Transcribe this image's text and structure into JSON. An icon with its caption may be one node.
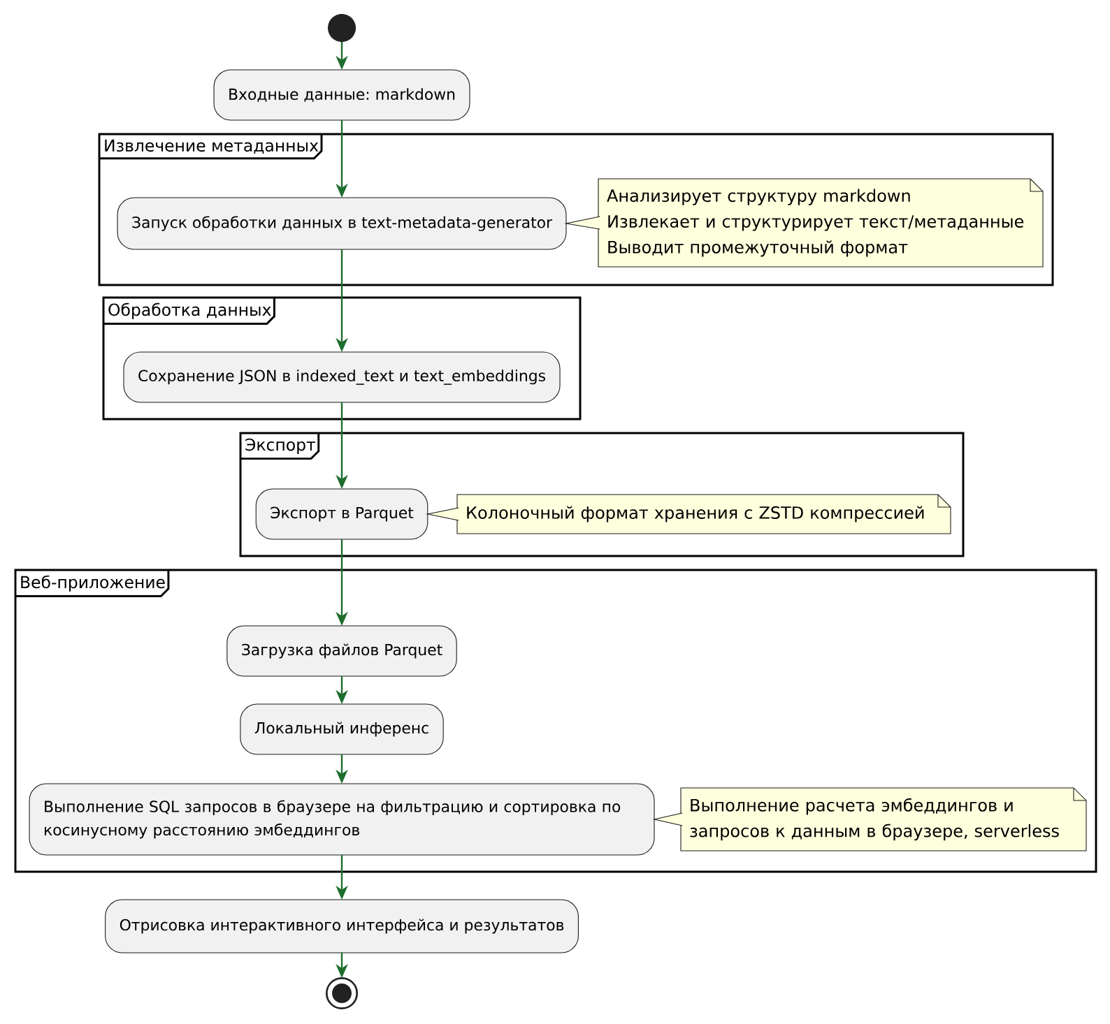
{
  "diagram": {
    "nodes": [
      {
        "text": [],
        "shape": "circle"
      },
      {
        "text": [
          "Входные данные: markdown"
        ]
      },
      {
        "text": [
          "Извлечение метаданных"
        ]
      },
      {
        "text": [
          "Запуск обработки данных в text-metadata-generator"
        ],
        "in": 2
      },
      {
        "text": [
          "Анализирует структуру markdown",
          "Извлекает и структурирует текст/метаданные",
          "Выводит промежуточный формат"
        ],
        "in": 2
      },
      {
        "text": [
          "Обработка данных"
        ]
      },
      {
        "text": [
          "Сохранение JSON в indexed_text и text_embeddings"
        ],
        "in": 5
      },
      {
        "text": [
          "Экспорт"
        ]
      },
      {
        "text": [
          "Экспорт в Parquet"
        ],
        "in": 7
      },
      {
        "text": [
          "Колоночный формат хранения с ZSTD компрессией"
        ],
        "in": 7
      },
      {
        "text": [
          "Веб-приложение"
        ]
      },
      {
        "text": [
          "Загрузка файлов Parquet"
        ],
        "in": 10
      },
      {
        "text": [
          "Локальный инференс"
        ],
        "in": 10
      },
      {
        "text": [
          "Выполнение SQL запросов в браузере на фильтрацию и сортировка по косинусному расстоянию эмбеддингов"
        ],
        "in": 10
      },
      {
        "text": [
          "Выполнение расчета эмбеддингов и запросов к данным в браузере, serverless"
        ],
        "in": 10
      },
      {
        "text": [
          "Отрисовка интерактивного интерфейса и результатов"
        ]
      },
      {
        "text": [],
        "shape": "circle"
      }
    ],
    "edges": [
      {
        "from": 0,
        "to": 1,
        "arrow": "to"
      },
      {
        "from": 1,
        "to": 3,
        "arrow": "to"
      },
      {
        "from": 3,
        "to": 6,
        "arrow": "to"
      },
      {
        "from": 6,
        "to": 8,
        "arrow": "to"
      },
      {
        "from": 8,
        "to": 11,
        "arrow": "to"
      },
      {
        "from": 11,
        "to": 12,
        "arrow": "to"
      },
      {
        "from": 12,
        "to": 13,
        "arrow": "to"
      },
      {
        "from": 13,
        "to": 15,
        "arrow": "to"
      },
      {
        "from": 15,
        "to": 16,
        "arrow": "to"
      },
      {
        "from": 4,
        "to": 3,
        "arrow": "none",
        "color": "#181818"
      },
      {
        "from": 9,
        "to": 8,
        "arrow": "none",
        "color": "#181818"
      },
      {
        "from": 14,
        "to": 13,
        "arrow": "none",
        "color": "#181818"
      }
    ]
  }
}
